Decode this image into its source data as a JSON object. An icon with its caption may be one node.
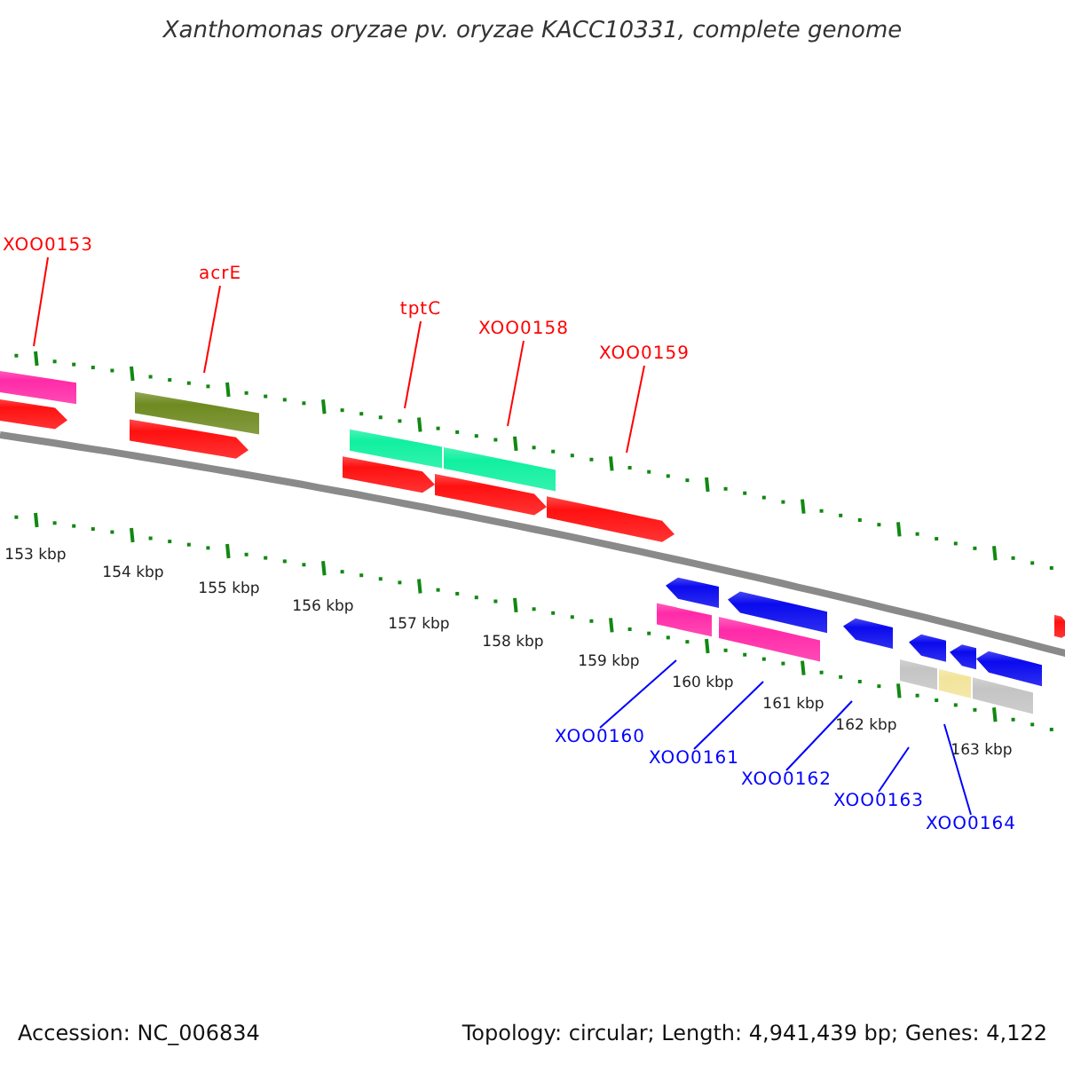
{
  "diagram": {
    "title": "Xanthomonas oryzae pv. oryzae KACC10331, complete genome",
    "nodes": [
      {
        "text": [
          "XOO0153"
        ]
      },
      {
        "text": [
          "acrE"
        ]
      },
      {
        "text": [
          "tptC"
        ]
      },
      {
        "text": [
          "XOO0158"
        ]
      },
      {
        "text": [
          "XOO0159"
        ]
      },
      {
        "text": [
          "XOO0160"
        ]
      },
      {
        "text": [
          "XOO0161"
        ]
      },
      {
        "text": [
          "XOO0162"
        ]
      },
      {
        "text": [
          "XOO0163"
        ]
      },
      {
        "text": [
          "XOO0164"
        ]
      }
    ],
    "edges": [
      {
        "from": 0,
        "to": null,
        "arrow": "none",
        "color": "#ff0000"
      },
      {
        "from": 1,
        "to": null,
        "arrow": "none",
        "color": "#ff0000"
      },
      {
        "from": 2,
        "to": null,
        "arrow": "none",
        "color": "#ff0000"
      },
      {
        "from": 3,
        "to": null,
        "arrow": "none",
        "color": "#ff0000"
      },
      {
        "from": 4,
        "to": null,
        "arrow": "none",
        "color": "#ff0000"
      },
      {
        "from": 5,
        "to": null,
        "arrow": "none",
        "color": "#0000ff"
      },
      {
        "from": 6,
        "to": null,
        "arrow": "none",
        "color": "#0000ff"
      },
      {
        "from": 7,
        "to": null,
        "arrow": "none",
        "color": "#0000ff"
      },
      {
        "from": 8,
        "to": null,
        "arrow": "none",
        "color": "#0000ff"
      },
      {
        "from": 9,
        "to": null,
        "arrow": "none",
        "color": "#0000ff"
      }
    ],
    "labels": [
      "153 kbp",
      "154 kbp",
      "155 kbp",
      "156 kbp",
      "157 kbp",
      "158 kbp",
      "159 kbp",
      "160 kbp",
      "161 kbp",
      "162 kbp",
      "163 kbp",
      "Accession: NC_006834",
      "Topology: circular; Length: 4,941,439 bp; Genes: 4,122"
    ]
  }
}
